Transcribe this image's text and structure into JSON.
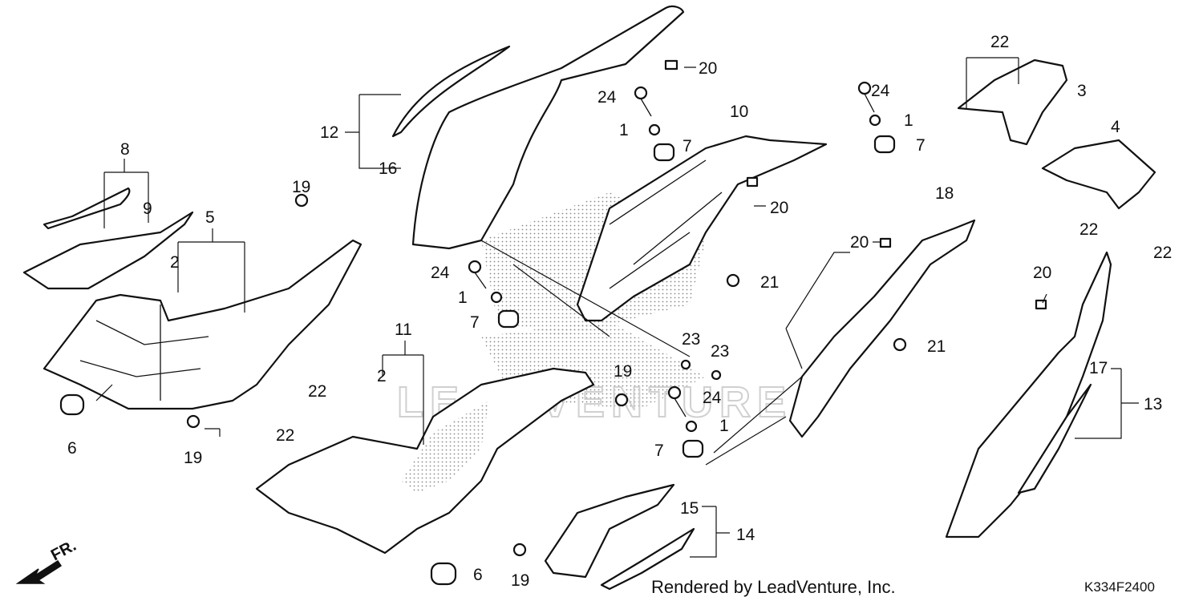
{
  "diagram": {
    "callouts": {
      "n1a": "1",
      "n1b": "1",
      "n1c": "1",
      "n1d": "1",
      "n2a": "2",
      "n2b": "2",
      "n3": "3",
      "n4": "4",
      "n5": "5",
      "n6a": "6",
      "n6b": "6",
      "n7a": "7",
      "n7b": "7",
      "n7c": "7",
      "n7d": "7",
      "n8": "8",
      "n9": "9",
      "n10": "10",
      "n11": "11",
      "n12": "12",
      "n13": "13",
      "n14": "14",
      "n15": "15",
      "n16": "16",
      "n17": "17",
      "n18": "18",
      "n19a": "19",
      "n19b": "19",
      "n19c": "19",
      "n19d": "19",
      "n20a": "20",
      "n20b": "20",
      "n20c": "20",
      "n20d": "20",
      "n21a": "21",
      "n21b": "21",
      "n22a": "22",
      "n22b": "22",
      "n22c": "22",
      "n22d": "22",
      "n22e": "22",
      "n23a": "23",
      "n23b": "23",
      "n24a": "24",
      "n24b": "24",
      "n24c": "24",
      "n24d": "24"
    },
    "front_indicator": "FR.",
    "watermark": "LEADVENTURE",
    "credit": "Rendered by LeadVenture, Inc.",
    "diagram_code": "K334F2400"
  }
}
